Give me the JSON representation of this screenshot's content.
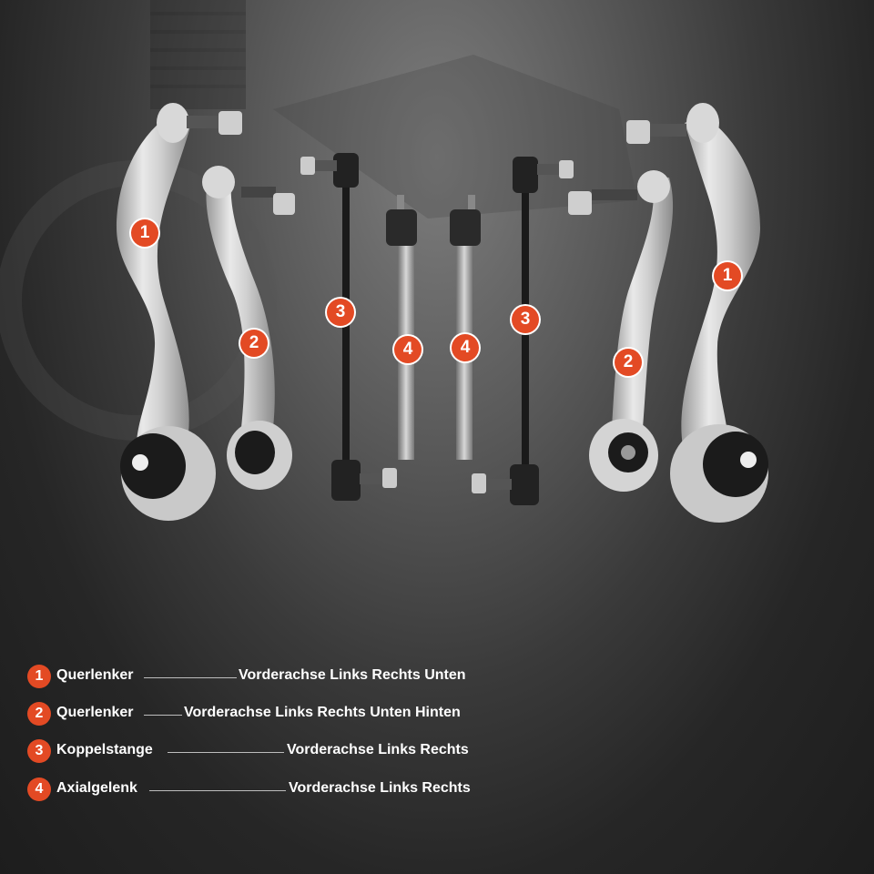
{
  "image": {
    "subject": "front suspension parts kit",
    "parts_shown": [
      "control arm (x2)",
      "rear control arm (x2)",
      "stabilizer link (x2)",
      "inner tie rod (x2)"
    ],
    "badge_numbers": [
      "1",
      "2",
      "3",
      "4",
      "4",
      "3",
      "2",
      "1"
    ]
  },
  "legend": {
    "items": [
      {
        "num": "1",
        "name": "Querlenker",
        "desc": "Vorderachse Links Rechts Unten"
      },
      {
        "num": "2",
        "name": "Querlenker",
        "desc": "Vorderachse Links Rechts Unten Hinten"
      },
      {
        "num": "3",
        "name": "Koppelstange",
        "desc": "Vorderachse Links Rechts"
      },
      {
        "num": "4",
        "name": "Axialgelenk",
        "desc": "Vorderachse Links Rechts"
      }
    ]
  },
  "colors": {
    "badge": "#e34a24",
    "text": "#ffffff",
    "leader_line": "#bdbdbd"
  }
}
